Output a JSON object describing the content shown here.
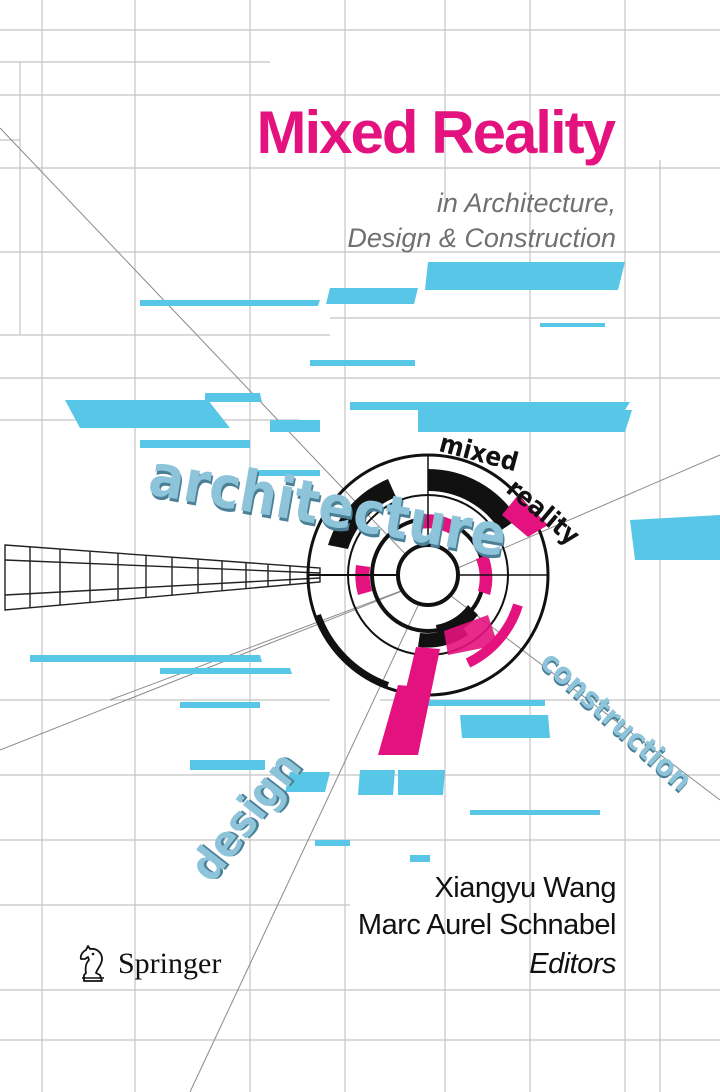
{
  "book": {
    "title": "Mixed Reality",
    "subtitle_line1": "in Architecture,",
    "subtitle_line2": "Design & Construction",
    "editors": [
      "Xiangyu Wang",
      "Marc Aurel Schnabel"
    ],
    "editors_label": "Editors",
    "publisher": "Springer"
  },
  "artwork": {
    "words": {
      "mixed": "mixed",
      "reality": "reality",
      "architecture": "architecture",
      "construction": "construction",
      "design": "design"
    },
    "colors": {
      "title_magenta": "#e4127f",
      "cyan_panels": "#58c6e6",
      "grid_lines": "#b9b9b9",
      "subtitle_gray": "#6f7073"
    },
    "icons": [
      "springer-knight-icon"
    ]
  }
}
